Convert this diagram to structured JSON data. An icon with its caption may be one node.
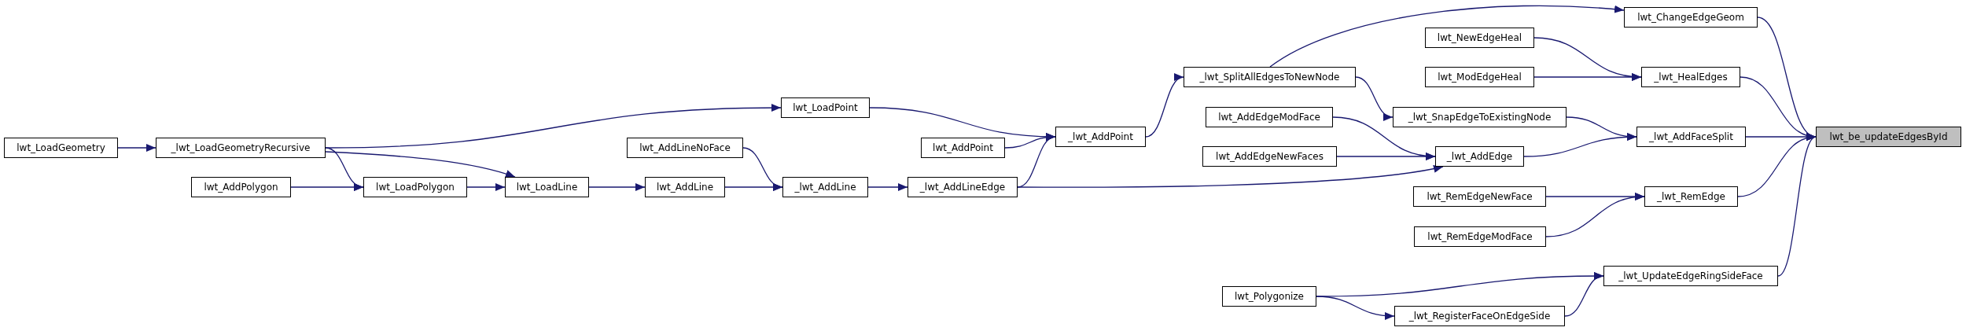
{
  "diagram": {
    "nodes": [
      {
        "text": [
          "lwt_LoadGeometry"
        ]
      },
      {
        "text": [
          "_lwt_LoadGeometryRecursive"
        ]
      },
      {
        "text": [
          "lwt_AddPolygon"
        ]
      },
      {
        "text": [
          "lwt_LoadPolygon"
        ]
      },
      {
        "text": [
          "lwt_LoadLine"
        ]
      },
      {
        "text": [
          "lwt_AddLineNoFace"
        ]
      },
      {
        "text": [
          "lwt_AddLine"
        ]
      },
      {
        "text": [
          "_lwt_AddLine"
        ]
      },
      {
        "text": [
          "lwt_LoadPoint"
        ]
      },
      {
        "text": [
          "lwt_AddPoint"
        ]
      },
      {
        "text": [
          "_lwt_AddLineEdge"
        ]
      },
      {
        "text": [
          "_lwt_AddPoint"
        ]
      },
      {
        "text": [
          "_lwt_SplitAllEdgesToNewNode"
        ]
      },
      {
        "text": [
          "lwt_AddEdgeModFace"
        ]
      },
      {
        "text": [
          "lwt_AddEdgeNewFaces"
        ]
      },
      {
        "text": [
          "lwt_Polygonize"
        ]
      },
      {
        "text": [
          "lwt_NewEdgeHeal"
        ]
      },
      {
        "text": [
          "lwt_ModEdgeHeal"
        ]
      },
      {
        "text": [
          "_lwt_SnapEdgeToExistingNode"
        ]
      },
      {
        "text": [
          "_lwt_AddEdge"
        ]
      },
      {
        "text": [
          "lwt_RemEdgeNewFace"
        ]
      },
      {
        "text": [
          "lwt_RemEdgeModFace"
        ]
      },
      {
        "text": [
          "_lwt_RegisterFaceOnEdgeSide"
        ]
      },
      {
        "text": [
          "lwt_ChangeEdgeGeom"
        ]
      },
      {
        "text": [
          "_lwt_HealEdges"
        ]
      },
      {
        "text": [
          "_lwt_AddFaceSplit"
        ]
      },
      {
        "text": [
          "_lwt_RemEdge"
        ]
      },
      {
        "text": [
          "_lwt_UpdateEdgeRingSideFace"
        ]
      },
      {
        "text": [
          "lwt_be_updateEdgesById"
        ]
      }
    ],
    "edges": [
      {
        "from": 0,
        "to": 1,
        "arrow": "to"
      },
      {
        "from": 1,
        "to": 8,
        "arrow": "to"
      },
      {
        "from": 1,
        "to": 3,
        "arrow": "to"
      },
      {
        "from": 1,
        "to": 4,
        "arrow": "to"
      },
      {
        "from": 2,
        "to": 3,
        "arrow": "to"
      },
      {
        "from": 3,
        "to": 4,
        "arrow": "to"
      },
      {
        "from": 4,
        "to": 6,
        "arrow": "to"
      },
      {
        "from": 5,
        "to": 7,
        "arrow": "to"
      },
      {
        "from": 6,
        "to": 7,
        "arrow": "to"
      },
      {
        "from": 7,
        "to": 10,
        "arrow": "to"
      },
      {
        "from": 8,
        "to": 11,
        "arrow": "to"
      },
      {
        "from": 9,
        "to": 11,
        "arrow": "to"
      },
      {
        "from": 10,
        "to": 11,
        "arrow": "to"
      },
      {
        "from": 10,
        "to": 19,
        "arrow": "to"
      },
      {
        "from": 11,
        "to": 12,
        "arrow": "to"
      },
      {
        "from": 12,
        "to": 23,
        "arrow": "to"
      },
      {
        "from": 12,
        "to": 18,
        "arrow": "to"
      },
      {
        "from": 13,
        "to": 19,
        "arrow": "to"
      },
      {
        "from": 14,
        "to": 19,
        "arrow": "to"
      },
      {
        "from": 16,
        "to": 24,
        "arrow": "to"
      },
      {
        "from": 17,
        "to": 24,
        "arrow": "to"
      },
      {
        "from": 18,
        "to": 25,
        "arrow": "to"
      },
      {
        "from": 19,
        "to": 25,
        "arrow": "to"
      },
      {
        "from": 20,
        "to": 26,
        "arrow": "to"
      },
      {
        "from": 21,
        "to": 26,
        "arrow": "to"
      },
      {
        "from": 15,
        "to": 27,
        "arrow": "to"
      },
      {
        "from": 15,
        "to": 22,
        "arrow": "to"
      },
      {
        "from": 22,
        "to": 27,
        "arrow": "to"
      },
      {
        "from": 23,
        "to": 28,
        "arrow": "to"
      },
      {
        "from": 24,
        "to": 28,
        "arrow": "to"
      },
      {
        "from": 25,
        "to": 28,
        "arrow": "to"
      },
      {
        "from": 26,
        "to": 28,
        "arrow": "to"
      },
      {
        "from": 27,
        "to": 28,
        "arrow": "to"
      }
    ]
  }
}
